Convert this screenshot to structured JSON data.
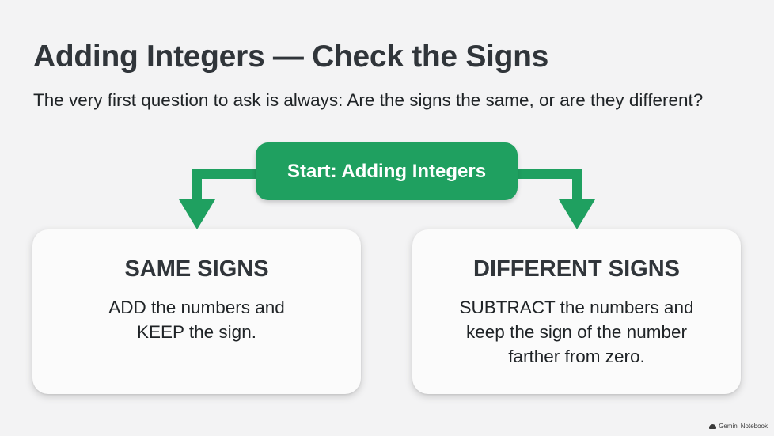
{
  "title": "Adding Integers — Check the Signs",
  "subtitle": "The very first question to ask is always: Are the signs the same, or are they different?",
  "start_node": {
    "label": "Start: Adding Integers"
  },
  "branches": [
    {
      "title": "SAME SIGNS",
      "lines": [
        "ADD the numbers and",
        "KEEP the sign."
      ]
    },
    {
      "title": "DIFFERENT SIGNS",
      "lines": [
        "SUBTRACT the numbers and",
        "keep the sign of the number",
        "farther from zero."
      ]
    }
  ],
  "watermark": {
    "text": "Gemini Notebook",
    "icon": "notebook-logo-icon"
  },
  "colors": {
    "accent_green": "#1fa060",
    "background": "#f3f3f4",
    "card": "#fbfbfb",
    "text_dark": "#30353a"
  }
}
